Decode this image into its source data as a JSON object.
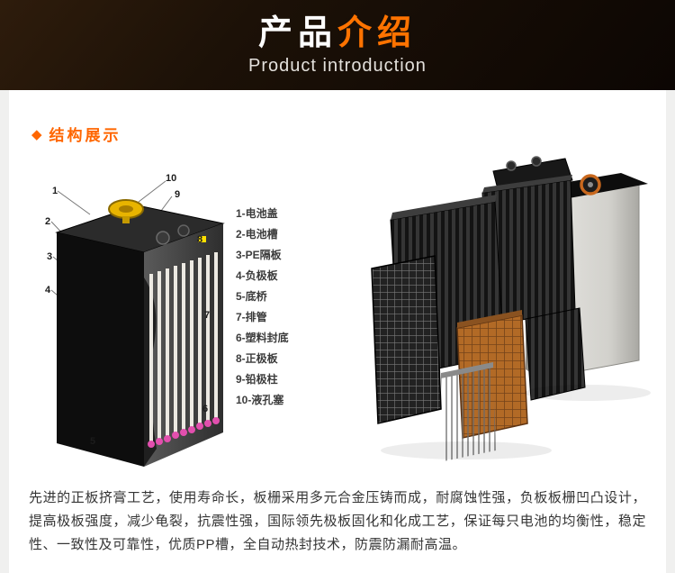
{
  "header": {
    "title_part1": "产品",
    "title_part2": "介绍",
    "subtitle": "Product introduction"
  },
  "section": {
    "bullet": "◆",
    "title": "结构展示"
  },
  "legend": {
    "items": [
      "1-电池盖",
      "2-电池槽",
      "3-PE隔板",
      "4-负极板",
      "5-底桥",
      "7-排管",
      "6-塑料封底",
      "8-正极板",
      "9-铅极柱",
      "10-液孔塞"
    ]
  },
  "callouts": [
    "1",
    "2",
    "3",
    "4",
    "5",
    "6",
    "7",
    "8",
    "9",
    "10"
  ],
  "description": {
    "text": "先进的正板挤膏工艺，使用寿命长，板栅采用多元合金压铸而成，耐腐蚀性强，负板板栅凹凸设计，提高极板强度，减少龟裂，抗震性强，国际领先极板固化和化成工艺，保证每只电池的均衡性，稳定性、一致性及可靠性，优质PP槽，全自动热封技术，防震防漏耐高温。"
  },
  "colors": {
    "accent_orange": "#ff6600",
    "header_background": "#1c1107",
    "page_background": "#f0f0ef",
    "card_background": "#ffffff",
    "text_dark": "#353535"
  }
}
